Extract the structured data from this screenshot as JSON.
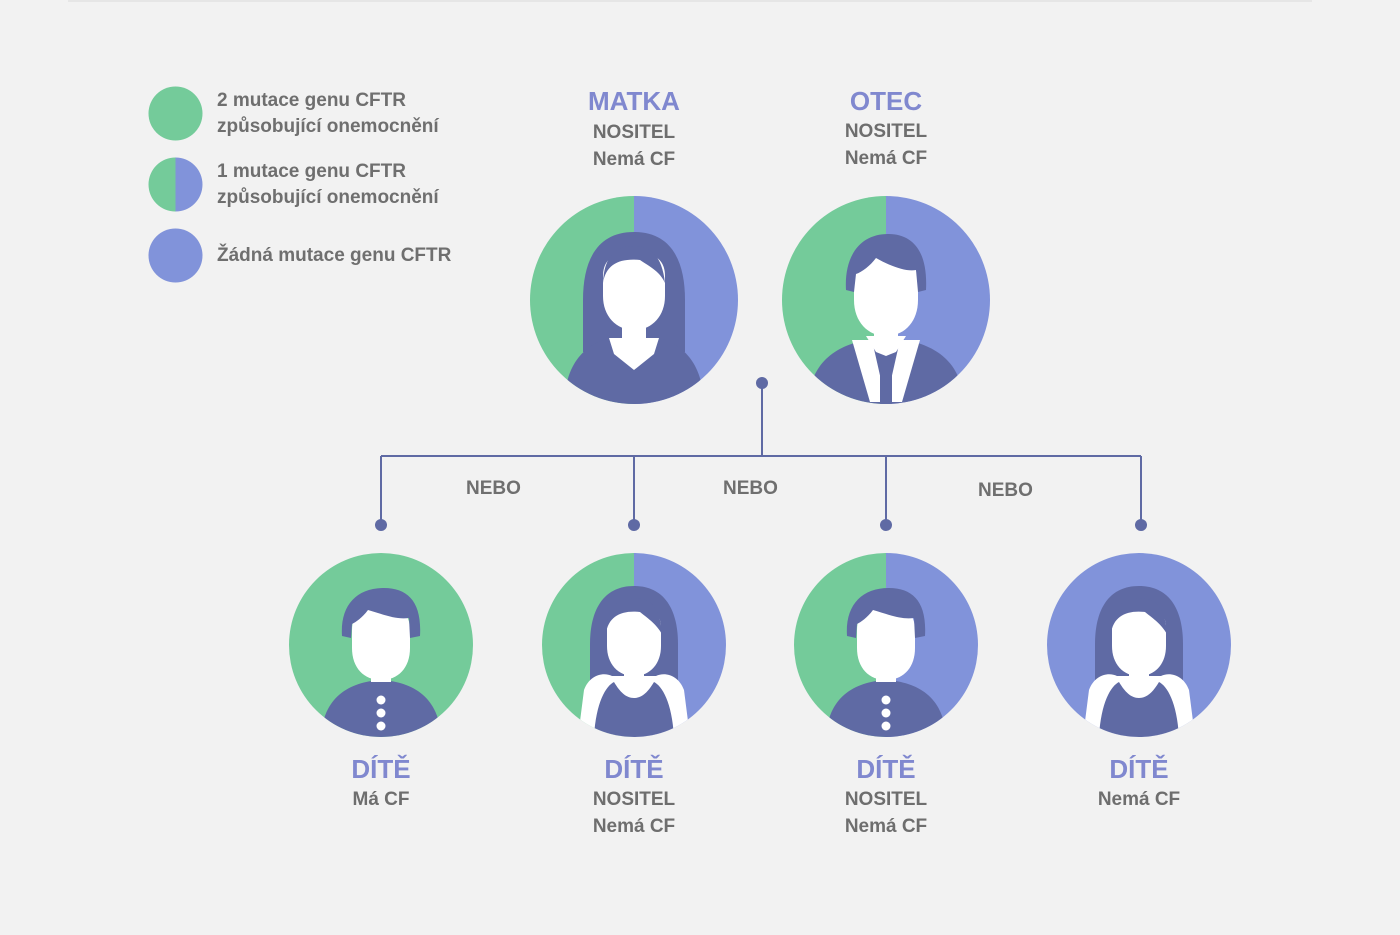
{
  "colors": {
    "mutation": "#74cb9a",
    "normal": "#8193da",
    "figure": "#5f6aa4",
    "lines": "#5f6aa4",
    "title": "#8088cf"
  },
  "legend": [
    {
      "type": "two-mutations",
      "line1": "2 mutace genu CFTR",
      "line2": "způsobující onemocnění"
    },
    {
      "type": "one-mutation",
      "line1": "1 mutace genu CFTR",
      "line2": "způsobující onemocnění"
    },
    {
      "type": "no-mutation",
      "line1": "Žádná mutace genu CFTR",
      "line2": ""
    }
  ],
  "parents": {
    "mother": {
      "title": "MATKA",
      "status": "NOSITEL",
      "cf": "Nemá CF",
      "genotype": "carrier",
      "icon": "woman-icon"
    },
    "father": {
      "title": "OTEC",
      "status": "NOSITEL",
      "cf": "Nemá CF",
      "genotype": "carrier",
      "icon": "man-icon"
    }
  },
  "connector_label": "NEBO",
  "children": [
    {
      "title": "DÍTĚ",
      "line1": "Má CF",
      "line2": "",
      "genotype": "affected",
      "icon": "boy-icon"
    },
    {
      "title": "DÍTĚ",
      "line1": "NOSITEL",
      "line2": "Nemá CF",
      "genotype": "carrier",
      "icon": "girl-icon"
    },
    {
      "title": "DÍTĚ",
      "line1": "NOSITEL",
      "line2": "Nemá CF",
      "genotype": "carrier",
      "icon": "boy-icon"
    },
    {
      "title": "DÍTĚ",
      "line1": "Nemá CF",
      "line2": "",
      "genotype": "unaffected",
      "icon": "girl-icon"
    }
  ]
}
